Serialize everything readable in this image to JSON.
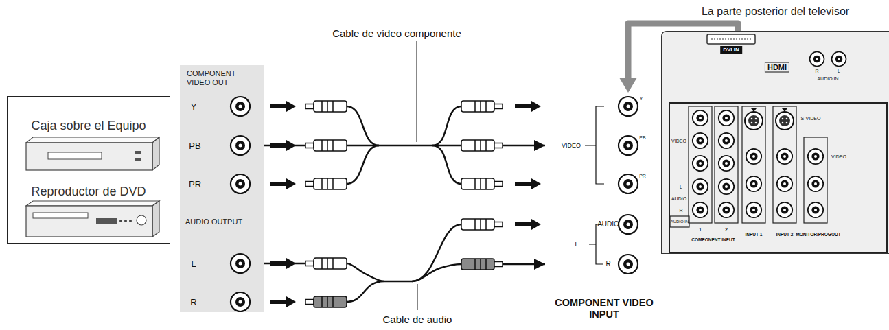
{
  "diagram": {
    "nodes": [
      {
        "text": [
          "Caja sobre el Equipo",
          "Reproductor de DVD"
        ]
      },
      {
        "text": [
          "COMPONENT VIDEO OUT",
          "AUDIO OUTPUT"
        ]
      },
      {
        "text": [
          "COMPONENT VIDEO INPUT"
        ]
      },
      {
        "text": [
          "La parte posterior del televisor"
        ]
      }
    ],
    "edges": [
      {
        "from": 1,
        "to": 2,
        "arrow": "to"
      },
      {
        "from": 1,
        "to": 2,
        "arrow": "to"
      },
      {
        "from": 3,
        "to": 2,
        "arrow": "to"
      }
    ],
    "labels": [
      "Cable de vídeo componente",
      "Cable de audio",
      "Y",
      "PB",
      "PR",
      "L",
      "R",
      "VIDEO",
      "AUDIO",
      "L",
      "R",
      "Y",
      "PB",
      "PR",
      "DVI IN",
      "HDMI",
      "R",
      "L",
      "AUDIO IN",
      "VIDEO",
      "L",
      "AUDIO",
      "R",
      "AUDIO IN",
      "S-VIDEO",
      "VIDEO",
      "1",
      "2",
      "COMPONENT INPUT",
      "INPUT 1",
      "INPUT 2",
      "MONITOR/PROGOUT"
    ]
  }
}
